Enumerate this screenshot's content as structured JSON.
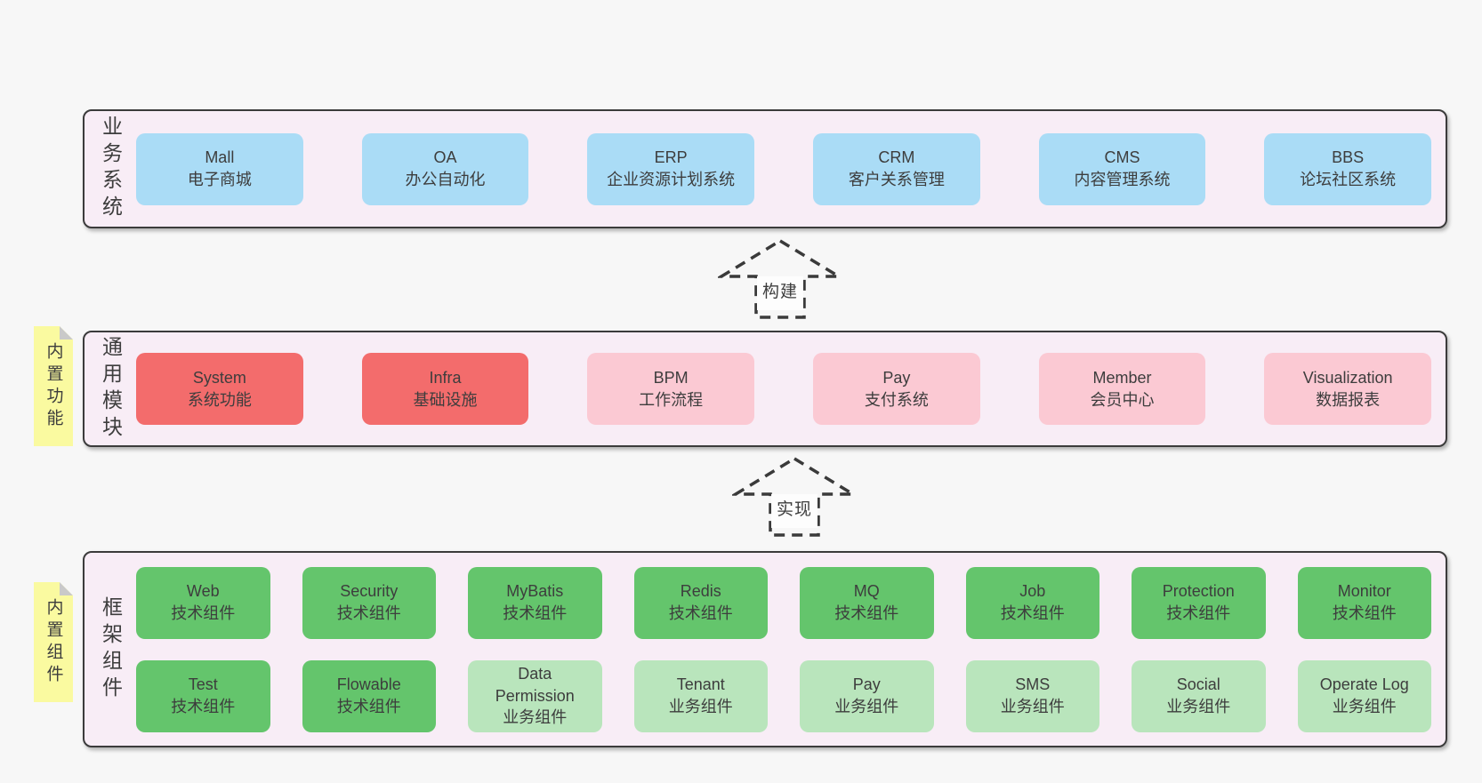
{
  "colors": {
    "page-bg": "#f7f7f7",
    "panel-bg": "#f8edf6",
    "panel-border": "#3b3b3b",
    "box-blue": "#aadcf6",
    "box-red": "#f36c6c",
    "box-pink": "#fbc9d3",
    "box-green": "#64c56c",
    "box-lightgreen": "#b9e5bc",
    "tag-yellow": "#fafaa0",
    "tag-fold": "#c9c9c9",
    "text": "#3d3d3d",
    "arrow": "#3a3a3a"
  },
  "layers": [
    {
      "name": "业务系统",
      "boxes": [
        {
          "en": "Mall",
          "zh": "电子商城",
          "type": "blue"
        },
        {
          "en": "OA",
          "zh": "办公自动化",
          "type": "blue"
        },
        {
          "en": "ERP",
          "zh": "企业资源计划系统",
          "type": "blue"
        },
        {
          "en": "CRM",
          "zh": "客户关系管理",
          "type": "blue"
        },
        {
          "en": "CMS",
          "zh": "内容管理系统",
          "type": "blue"
        },
        {
          "en": "BBS",
          "zh": "论坛社区系统",
          "type": "blue"
        }
      ]
    },
    {
      "name": "通用模块",
      "tag": "内置功能",
      "boxes": [
        {
          "en": "System",
          "zh": "系统功能",
          "type": "red"
        },
        {
          "en": "Infra",
          "zh": "基础设施",
          "type": "red"
        },
        {
          "en": "BPM",
          "zh": "工作流程",
          "type": "pink"
        },
        {
          "en": "Pay",
          "zh": "支付系统",
          "type": "pink"
        },
        {
          "en": "Member",
          "zh": "会员中心",
          "type": "pink"
        },
        {
          "en": "Visualization",
          "zh": "数据报表",
          "type": "pink"
        }
      ]
    },
    {
      "name": "框架组件",
      "tag": "内置组件",
      "boxes": [
        {
          "en": "Web",
          "zh": "技术组件",
          "type": "green"
        },
        {
          "en": "Security",
          "zh": "技术组件",
          "type": "green"
        },
        {
          "en": "MyBatis",
          "zh": "技术组件",
          "type": "green"
        },
        {
          "en": "Redis",
          "zh": "技术组件",
          "type": "green"
        },
        {
          "en": "MQ",
          "zh": "技术组件",
          "type": "green"
        },
        {
          "en": "Job",
          "zh": "技术组件",
          "type": "green"
        },
        {
          "en": "Protection",
          "zh": "技术组件",
          "type": "green"
        },
        {
          "en": "Monitor",
          "zh": "技术组件",
          "type": "green"
        },
        {
          "en": "Test",
          "zh": "技术组件",
          "type": "green"
        },
        {
          "en": "Flowable",
          "zh": "技术组件",
          "type": "green"
        },
        {
          "en": "Data Permission",
          "zh": "业务组件",
          "type": "lightgreen"
        },
        {
          "en": "Tenant",
          "zh": "业务组件",
          "type": "lightgreen"
        },
        {
          "en": "Pay",
          "zh": "业务组件",
          "type": "lightgreen"
        },
        {
          "en": "SMS",
          "zh": "业务组件",
          "type": "lightgreen"
        },
        {
          "en": "Social",
          "zh": "业务组件",
          "type": "lightgreen"
        },
        {
          "en": "Operate Log",
          "zh": "业务组件",
          "type": "lightgreen"
        }
      ]
    }
  ],
  "arrows": [
    {
      "label": "构建"
    },
    {
      "label": "实现"
    }
  ]
}
